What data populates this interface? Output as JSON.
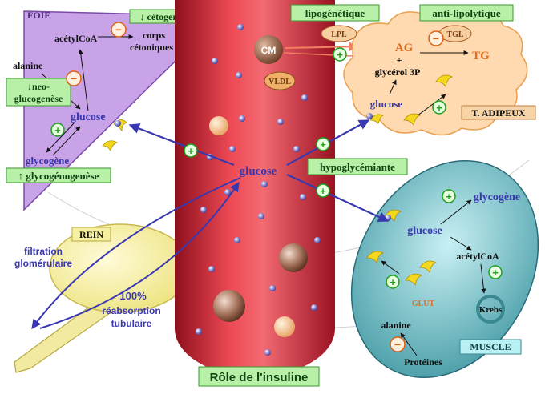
{
  "title": "Rôle de l'insuline",
  "colors": {
    "liver_fill": "#c9a3e8",
    "vessel": "#d8283a",
    "adipose_fill": "#ffd9b0",
    "muscle_fill": "#5fb0b8",
    "kidney_fill": "#f5f0a0",
    "arrow_blue": "#3a38b0",
    "label_green_bg": "#b8f0a8",
    "label_green_border": "#3a9a2a",
    "plus_green": "#1aa01a",
    "minus_orange": "#e06010"
  },
  "liver": {
    "label": "FOIE",
    "acetylcoa": "acétylCoA",
    "corps": "corps",
    "cetoniques": "cétoniques",
    "alanine": "alanine",
    "neo_line1": "↓neo-",
    "neo_line2": "glucogenèse",
    "glucose": "glucose",
    "glycogene": "glycogène",
    "cetogenese": "↓ cétogenèse",
    "glycogenogenese": "↑ glycogénogenèse"
  },
  "vessel": {
    "glucose": "glucose",
    "cm": "CM",
    "vldl": "VLDL",
    "hypoglycemiante": "hypoglycémiante"
  },
  "adipose": {
    "lipogenetique": "lipogénétique",
    "antilipolytique": "anti-lipolytique",
    "lpl": "LPL",
    "tgl": "TGL",
    "ag": "AG",
    "plus_sign": "+",
    "glycerol": "glycérol 3P",
    "tg": "TG",
    "glucose": "glucose",
    "label": "T. ADIPEUX"
  },
  "muscle": {
    "glycogene": "glycogène",
    "glucose": "glucose",
    "acetylcoa": "acétylCoA",
    "glut": "GLUT",
    "krebs": "Krebs",
    "alanine": "alanine",
    "proteines": "Protéines",
    "label": "MUSCLE"
  },
  "kidney": {
    "label": "REIN",
    "filtration1": "filtration",
    "filtration2": "glomérulaire",
    "pct": "100%",
    "reabs1": "réabsorption",
    "reabs2": "tubulaire"
  },
  "signs": {
    "plus": "+",
    "minus": "−"
  }
}
